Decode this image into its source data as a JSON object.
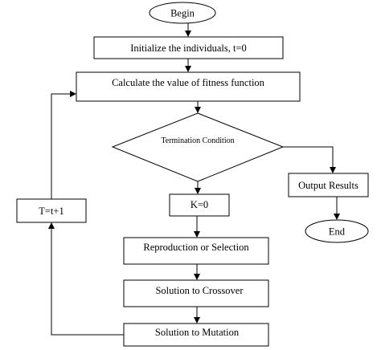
{
  "diagram": {
    "nodes": {
      "begin": "Begin",
      "init": "Initialize the individuals, t=0",
      "fitness": "Calculate the value of fitness function",
      "termination": "Termination Condition",
      "k_zero": "K=0",
      "output": "Output Results",
      "end": "End",
      "update_t": "T=t+1",
      "selection": "Reproduction or Selection",
      "crossover": "Solution to Crossover",
      "mutation": "Solution to Mutation"
    },
    "edges": [
      {
        "from": "begin",
        "to": "init"
      },
      {
        "from": "init",
        "to": "fitness"
      },
      {
        "from": "fitness",
        "to": "termination"
      },
      {
        "from": "termination",
        "to": "k_zero"
      },
      {
        "from": "termination",
        "to": "output"
      },
      {
        "from": "output",
        "to": "end"
      },
      {
        "from": "k_zero",
        "to": "selection"
      },
      {
        "from": "selection",
        "to": "crossover"
      },
      {
        "from": "crossover",
        "to": "mutation"
      },
      {
        "from": "mutation",
        "to": "update_t"
      },
      {
        "from": "update_t",
        "to": "fitness"
      }
    ]
  }
}
